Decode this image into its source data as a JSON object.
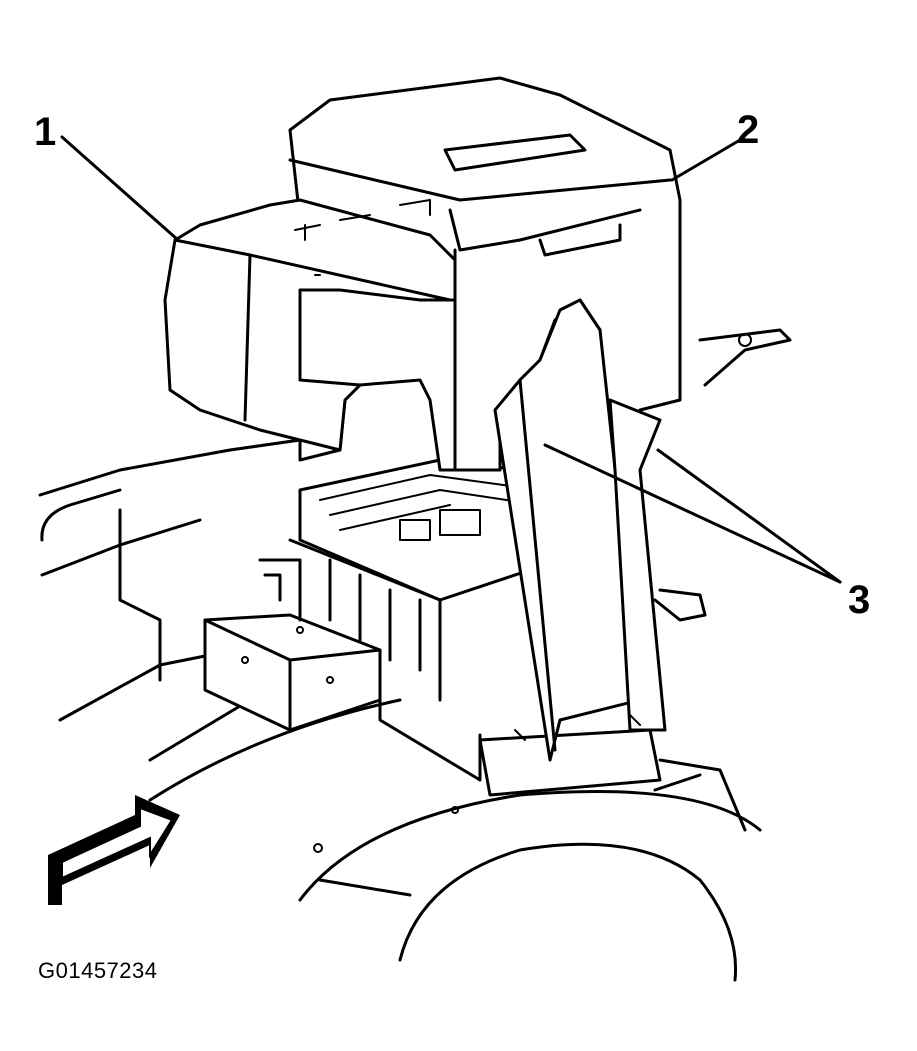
{
  "callouts": {
    "one": "1",
    "two": "2",
    "three": "3"
  },
  "figure_id": "G01457234",
  "icons": {
    "direction_arrow": "forward-arrow-icon"
  }
}
